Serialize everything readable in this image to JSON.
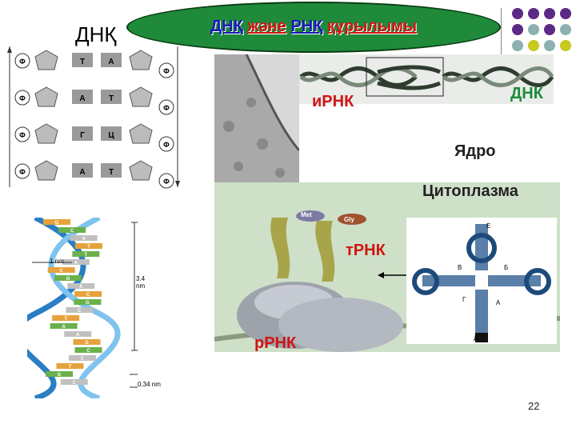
{
  "title": {
    "part1": "ДНҚ",
    "part2": "және",
    "part3": "РНҚ",
    "part4": "құрылымы"
  },
  "strand_label": "ДНҚ",
  "strand": {
    "phosphate": "Ф",
    "pairs": [
      {
        "left": "Т",
        "right": "А"
      },
      {
        "left": "А",
        "right": "Т"
      },
      {
        "left": "Г",
        "right": "Ц"
      },
      {
        "left": "А",
        "right": "Т"
      }
    ]
  },
  "helix": {
    "bases": [
      "G",
      "C",
      "A",
      "T",
      "T",
      "A",
      "C",
      "G",
      "A",
      "C",
      "G",
      "C",
      "T",
      "A",
      "A",
      "G",
      "C",
      "C",
      "T",
      "G",
      "C"
    ],
    "measure_pitch": "3.4 nm",
    "measure_width": "1 nm",
    "measure_step": "0.34 nm"
  },
  "labels": {
    "mrna": "иРНК",
    "dnk": "ДНК",
    "nucleus": "Ядро",
    "cytoplasm": "Цитоплазма",
    "trna": "тРНК",
    "rrna": "рРНК",
    "met": "Met",
    "gly": "Gly"
  },
  "trna_letters": {
    "top": "Е",
    "left": "В",
    "right": "Б",
    "mid_left": "Г",
    "mid_right": "А",
    "bottom": "Д"
  },
  "dots_colors": [
    "#5b2a86",
    "#8fb0b0",
    "#c8c81e"
  ],
  "page_number": "22"
}
